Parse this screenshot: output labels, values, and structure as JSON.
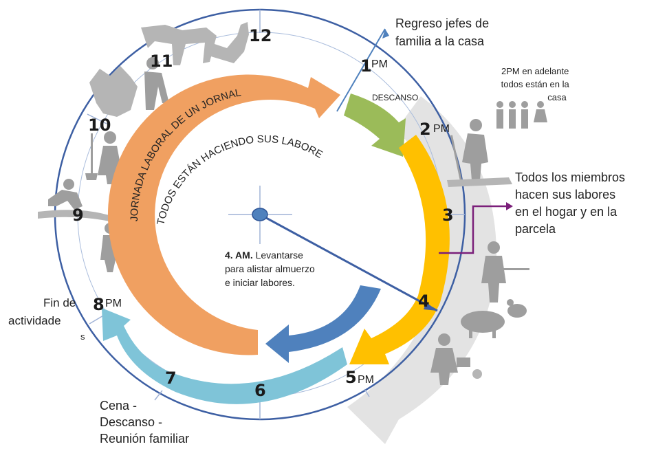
{
  "hours": {
    "h1": "1",
    "h2": "2",
    "h3": "3",
    "h4": "4",
    "h5": "5",
    "h6": "6",
    "h7": "7",
    "h8": "8",
    "h9": "9",
    "h10": "10",
    "h11": "11",
    "h12": "12",
    "pm": "PM"
  },
  "labels": {
    "regreso_line1": "Regreso jefes de",
    "regreso_line2": "familia  a la casa",
    "descanso": "DESCANSO",
    "casa_line1": "2PM en adelante",
    "casa_line2": "todos están en la",
    "casa_line3": "casa",
    "miembros_line1": "Todos los miembros",
    "miembros_line2": "hacen sus labores",
    "miembros_line3": "en el hogar y en la",
    "miembros_line4": "parcela",
    "am_bold": "4. AM.",
    "am_line1": " Levantarse",
    "am_line2": "para alistar almuerzo",
    "am_line3": "e iniciar labores.",
    "fin_line1": "Fin de",
    "fin_line2": "actividade",
    "fin_line3": "s",
    "cena_line1": "Cena -",
    "cena_line2": "Descanso -",
    "cena_line3": "Reunión familiar",
    "jornada": "JORNADA LABORAL DE UN JORNAL",
    "todos": "TODOS ESTÁN HACIENDO SUS LABORES"
  },
  "colors": {
    "ring": "#3d5fa3",
    "orange": "#f0a061",
    "green": "#9bbb59",
    "yellow": "#ffc000",
    "teal": "#7fc4d8",
    "blue": "#4f81bd",
    "gray_band": "#e0e0e0",
    "purple": "#7b1f7a",
    "silhouette": "#9e9e9e"
  }
}
